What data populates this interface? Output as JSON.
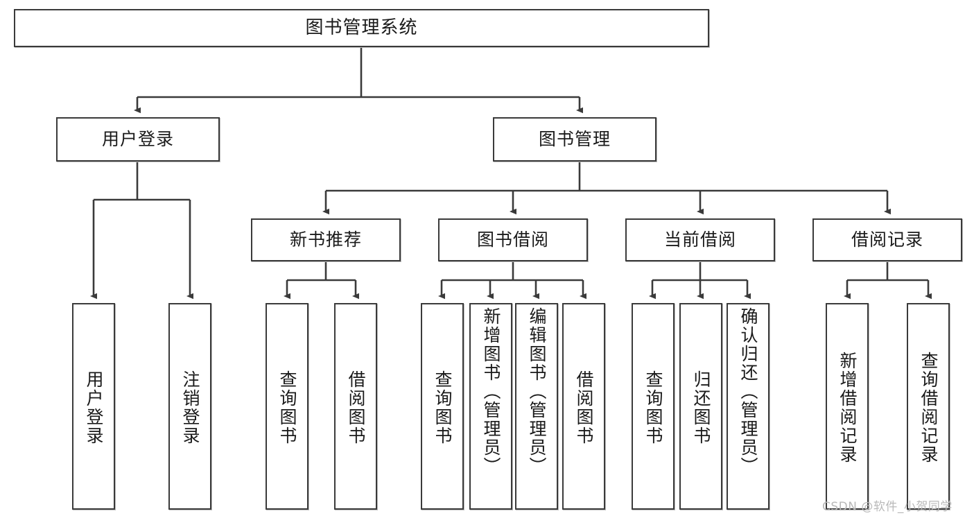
{
  "diagram": {
    "type": "tree-hierarchy-diagram",
    "title": "图书管理系统",
    "colors": {
      "border": "#3a3a3a",
      "background": "#ffffff",
      "text": "#1a1a1a",
      "edge": "#3a3a3a",
      "watermark": "#b9b9b9"
    },
    "root": {
      "label": "图书管理系统"
    },
    "level2": [
      {
        "label": "用户登录"
      },
      {
        "label": "图书管理"
      }
    ],
    "level3": [
      {
        "label": "新书推荐"
      },
      {
        "label": "图书借阅"
      },
      {
        "label": "当前借阅"
      },
      {
        "label": "借阅记录"
      }
    ],
    "leaves": {
      "user_login": [
        {
          "label": "用户登录"
        },
        {
          "label": "注销登录"
        }
      ],
      "new_book": [
        {
          "label": "查询图书"
        },
        {
          "label": "借阅图书"
        }
      ],
      "book_borrow": [
        {
          "label": "查询图书"
        },
        {
          "label": "新增图书（管理员）"
        },
        {
          "label": "编辑图书（管理员）"
        },
        {
          "label": "借阅图书"
        }
      ],
      "current_borrow": [
        {
          "label": "查询图书"
        },
        {
          "label": "归还图书"
        },
        {
          "label": "确认归还（管理员）"
        }
      ],
      "borrow_record": [
        {
          "label": "新增借阅记录"
        },
        {
          "label": "查询借阅记录"
        }
      ]
    },
    "watermark": "CSDN @软件_小贺同学"
  }
}
